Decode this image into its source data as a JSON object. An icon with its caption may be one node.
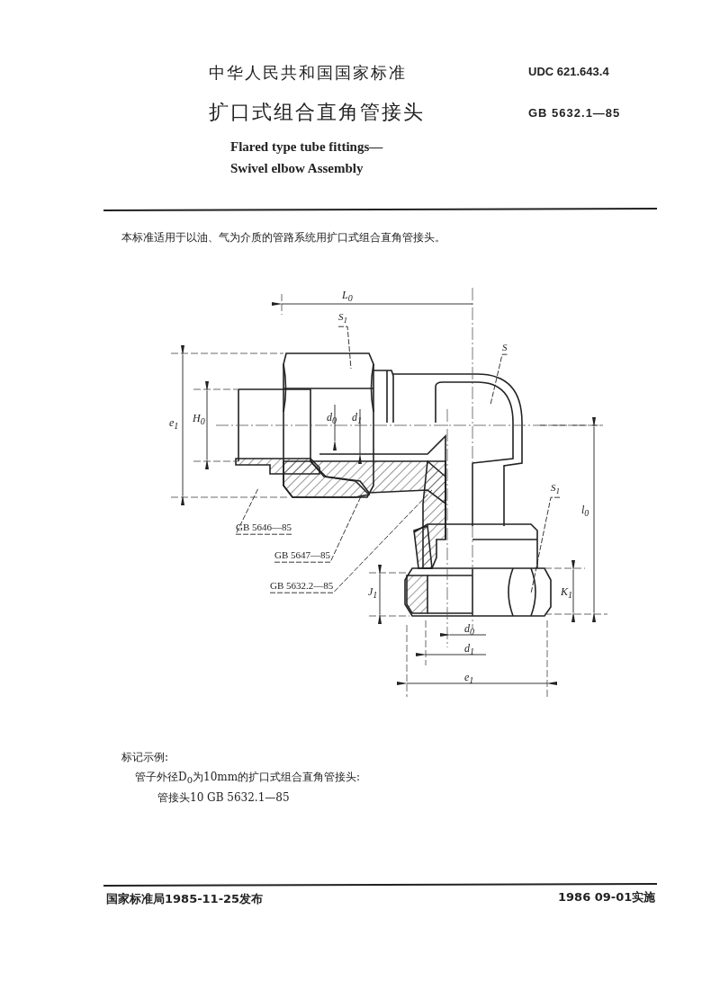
{
  "diagram": {
    "title": "扩口式组合直角管接头",
    "nodes": [
      {
        "text": [
          "S$_{1}$"
        ]
      },
      {
        "text": [
          "S"
        ]
      },
      {
        "text": [
          "S$_{1}$"
        ]
      },
      {
        "text": [
          "GB 5646—85"
        ]
      },
      {
        "text": [
          "GB 5647—85"
        ]
      },
      {
        "text": [
          "GB 5632.2—85"
        ]
      }
    ],
    "edges": [
      {
        "from": 0,
        "to": null,
        "arrow": "none"
      },
      {
        "from": 1,
        "to": null,
        "arrow": "none"
      },
      {
        "from": 2,
        "to": null,
        "arrow": "none"
      },
      {
        "from": 3,
        "to": null,
        "arrow": "none"
      },
      {
        "from": 4,
        "to": null,
        "arrow": "none"
      },
      {
        "from": 5,
        "to": null,
        "arrow": "none"
      }
    ],
    "labels": [
      "中华人民共和国国家标准",
      "UDC 621.643.4",
      "GB 5632.1—85",
      "Flared type tube fittings— Swivel elbow Assembly",
      "本标准适用于以油、气为介质的管路系统用扩口式组合直角管接头。",
      "L$_{0}$",
      "e$_{1}$",
      "H$_{0}$",
      "d$_{0}$",
      "d$_{1}$",
      "l$_{0}$",
      "J$_{1}$",
      "K$_{1}$",
      "d$_{0}$",
      "d$_{1}$",
      "e$_{1}$",
      "标记示例:",
      "管子外径D$_{0}$为10mm的扩口式组合直角管接头:",
      "管接头10 GB 5632.1—85",
      "国家标准局1985-11-25发布",
      "1986 09-01实施"
    ]
  }
}
